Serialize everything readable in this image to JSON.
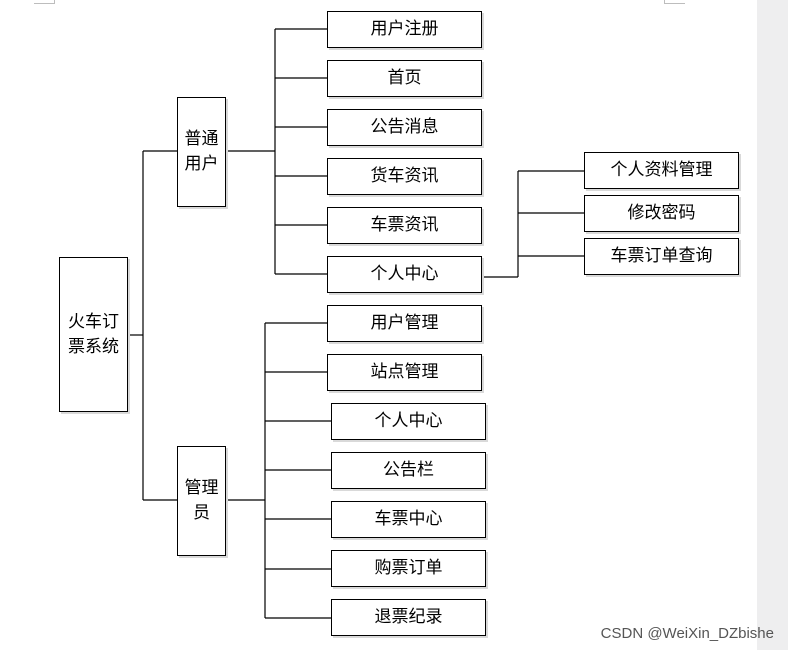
{
  "diagram": {
    "root": "火车订票系统",
    "branches": [
      {
        "label": "普通用户",
        "children": [
          "用户注册",
          "首页",
          "公告消息",
          "货车资讯",
          "车票资讯",
          "个人中心"
        ],
        "sub_children": [
          "个人资料管理",
          "修改密码",
          "车票订单查询"
        ]
      },
      {
        "label": "管理员",
        "children": [
          "用户管理",
          "站点管理",
          "个人中心",
          "公告栏",
          "车票中心",
          "购票订单",
          "退票纪录"
        ]
      }
    ]
  },
  "watermark": "CSDN @WeiXin_DZbishe"
}
